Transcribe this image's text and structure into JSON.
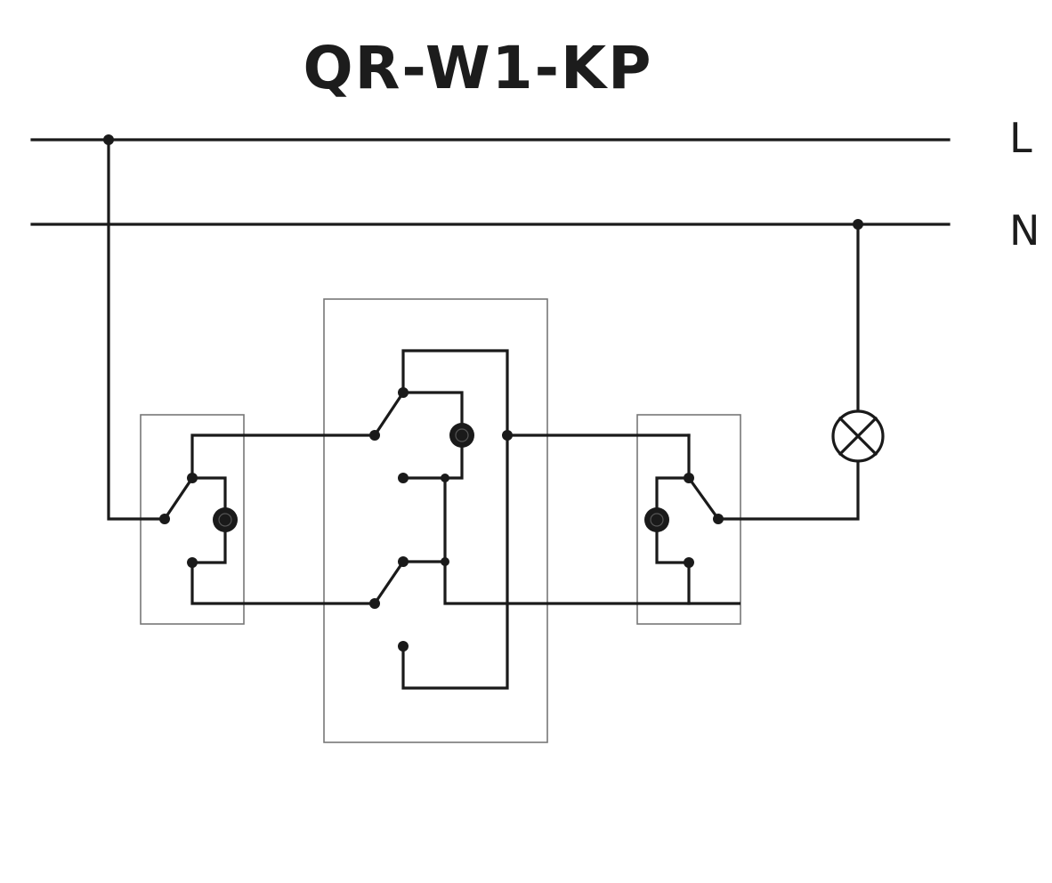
{
  "diagram": {
    "title": "QR-W1-KP",
    "lines": [
      {
        "id": "L",
        "label": "L"
      },
      {
        "id": "N",
        "label": "N"
      }
    ],
    "components": [
      {
        "id": "switch-left",
        "type": "two-way switch with indicator"
      },
      {
        "id": "switch-middle",
        "type": "intermediate (cross) switch with indicator"
      },
      {
        "id": "switch-right",
        "type": "two-way switch with indicator"
      },
      {
        "id": "lamp",
        "type": "lamp"
      }
    ],
    "colors": {
      "wire": "#1a1a1a",
      "box": "#777777",
      "text": "#1c1c1c",
      "background": "#ffffff"
    }
  }
}
